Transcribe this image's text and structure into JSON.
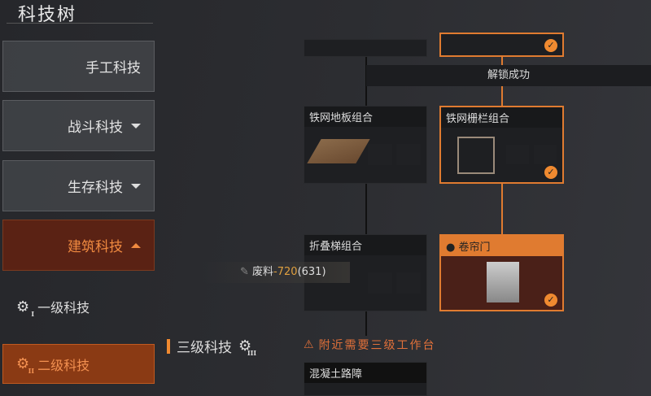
{
  "title": "科技树",
  "categories": [
    {
      "label": "手工科技",
      "caret": ""
    },
    {
      "label": "战斗科技",
      "caret": "down"
    },
    {
      "label": "生存科技",
      "caret": "down"
    },
    {
      "label": "建筑科技",
      "caret": "up"
    }
  ],
  "subcategories": [
    {
      "label": "一级科技",
      "level": "I"
    },
    {
      "label": "二级科技",
      "level": "II"
    }
  ],
  "banner": "解锁成功",
  "cards": [
    {
      "name": "铁网地板组合"
    },
    {
      "name": "铁网栅栏组合",
      "unlocked": true
    },
    {
      "name": "折叠梯组合"
    },
    {
      "name": "卷帘门",
      "unlocked": true
    },
    {
      "name": "混凝土路障"
    }
  ],
  "tooltip": {
    "label": "废料",
    "cost": "-720",
    "have": "(631)"
  },
  "section": {
    "title": "三级科技",
    "level": "III",
    "warning": "附近需要三级工作台"
  },
  "colors": {
    "accent": "#e07b30"
  }
}
